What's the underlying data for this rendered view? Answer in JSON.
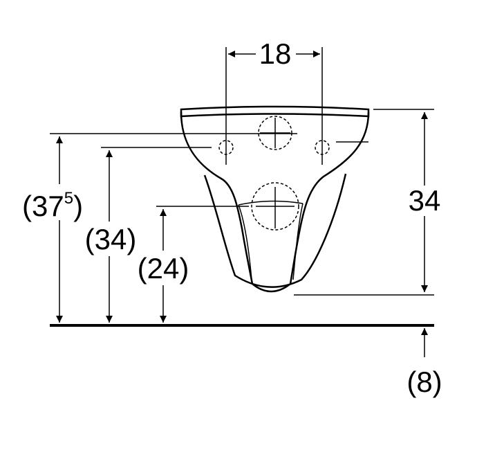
{
  "dimensions": {
    "top_width": "18",
    "right_height": "34",
    "left_outer_base": "(37",
    "left_outer_sup": "5",
    "left_outer_close": ")",
    "left_middle": "(34)",
    "left_inner": "(24)",
    "bottom_below_floor": "(8)"
  },
  "colors": {
    "ink": "#000000",
    "background": "#ffffff"
  }
}
